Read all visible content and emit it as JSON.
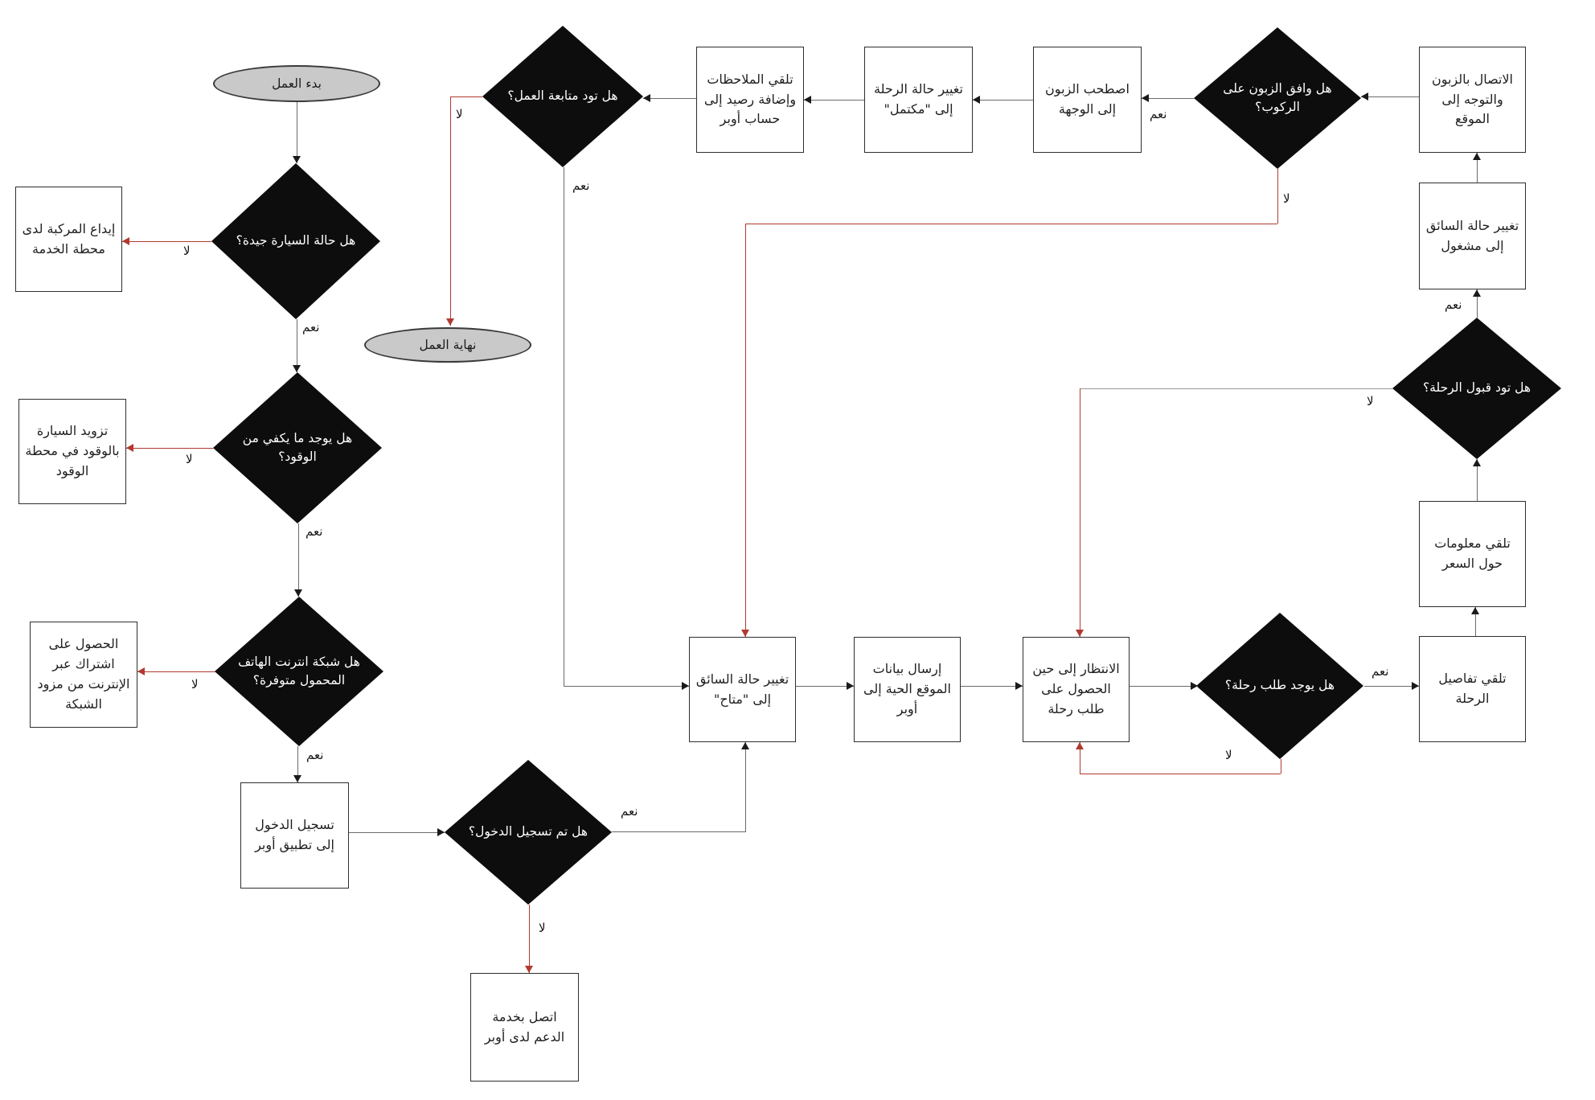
{
  "labels": {
    "yes": "نعم",
    "no": "لا"
  },
  "colors": {
    "decision_fill": "#0d0d0d",
    "decision_text": "#ffffff",
    "process_fill": "#ffffff",
    "process_border": "#2e2e2e",
    "terminal_fill": "#c9c9c9",
    "edge_normal": "#6b6b6b",
    "edge_no": "#b03a30"
  },
  "nodes": {
    "start": {
      "label": "بدء العمل"
    },
    "end": {
      "label": "نهاية العمل"
    },
    "car_ok": {
      "label": "هل حالة السيارة جيدة؟"
    },
    "deposit_vehicle": {
      "label": "إيداع المركبة لدى محطة الخدمة"
    },
    "fuel_enough": {
      "label": "هل يوجد ما يكفي من الوقود؟"
    },
    "refuel": {
      "label": "تزويد السيارة بالوقود في محطة الوقود"
    },
    "internet_available": {
      "label": "هل شبكة انترنت الهاتف المحمول متوفرة؟"
    },
    "get_subscription": {
      "label": "الحصول على اشتراك عبر الإنترنت من مزود الشبكة"
    },
    "login_uber": {
      "label": "تسجيل الدخول إلى تطبيق أوبر"
    },
    "logged_in": {
      "label": "هل تم تسجيل الدخول؟"
    },
    "contact_support": {
      "label": "اتصل بخدمة الدعم لدى أوبر"
    },
    "status_available": {
      "label": "تغيير حالة السائق إلى \"متاح\""
    },
    "send_location": {
      "label": "إرسال بيانات الموقع الحية إلى أوبر"
    },
    "wait_request": {
      "label": "الانتظار إلى حين الحصول على طلب رحلة"
    },
    "trip_request": {
      "label": "هل يوجد طلب رحلة؟"
    },
    "trip_details": {
      "label": "تلقي تفاصيل الرحلة"
    },
    "price_info": {
      "label": "تلقي معلومات حول السعر"
    },
    "accept_trip": {
      "label": "هل تود قبول الرحلة؟"
    },
    "status_busy": {
      "label": "تغيير حالة السائق إلى مشغول"
    },
    "contact_customer": {
      "label": "الاتصال بالزبون والتوجه إلى الموقع"
    },
    "customer_agreed": {
      "label": "هل وافق الزبون على الركوب؟"
    },
    "ride_customer": {
      "label": "اصطحب الزبون إلى الوجهة"
    },
    "trip_completed": {
      "label": "تغيير حالة الرحلة إلى \"مكتمل\""
    },
    "receive_feedback": {
      "label": "تلقي الملاحظات وإضافة رصيد إلى حساب أوبر"
    },
    "continue_work": {
      "label": "هل تود متابعة العمل؟"
    }
  }
}
